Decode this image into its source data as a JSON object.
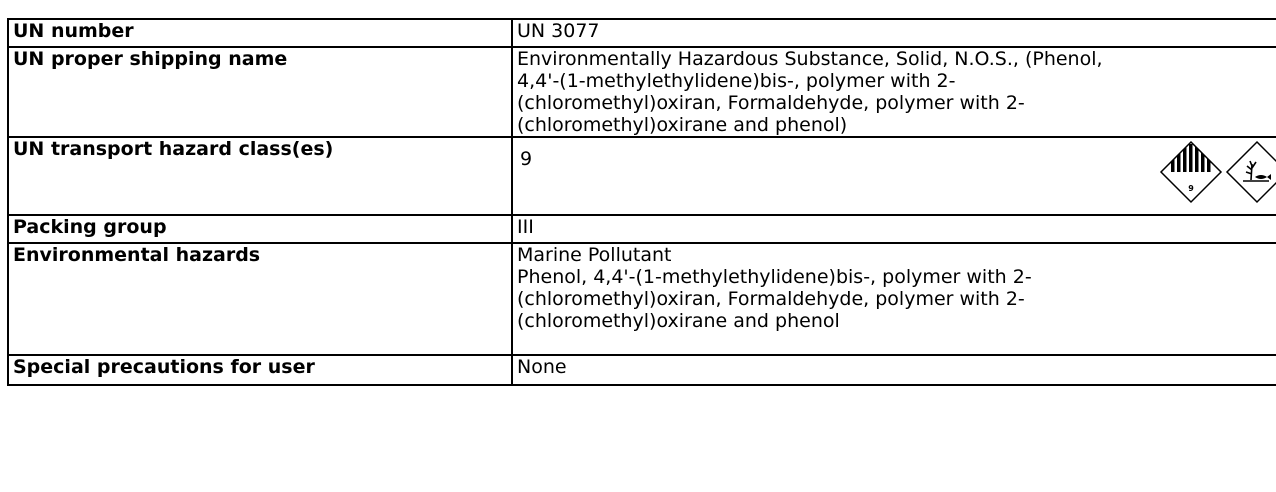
{
  "table": {
    "rows": [
      {
        "label": "UN number",
        "value_lines": [
          "UN 3077"
        ]
      },
      {
        "label": "UN proper shipping name",
        "value_lines": [
          "Environmentally Hazardous Substance, Solid, N.O.S., (Phenol,",
          "4,4'-(1-methylethylidene)bis-, polymer with 2-",
          "(chloromethyl)oxiran, Formaldehyde, polymer with 2-",
          "(chloromethyl)oxirane and phenol)"
        ]
      },
      {
        "label": "UN transport hazard class(es)",
        "value_lines": [
          "9"
        ],
        "pictograms": [
          {
            "icon": "class-9-miscellaneous-hazard-icon",
            "number": "9"
          },
          {
            "icon": "environment-hazard-icon"
          }
        ]
      },
      {
        "label": "Packing group",
        "value_lines": [
          "III"
        ]
      },
      {
        "label": "Environmental hazards",
        "value_lines": [
          "Marine Pollutant",
          "Phenol, 4,4'-(1-methylethylidene)bis-, polymer with 2-",
          "(chloromethyl)oxiran, Formaldehyde, polymer with 2-",
          "(chloromethyl)oxirane and phenol"
        ]
      },
      {
        "label": "Special precautions for user",
        "value_lines": [
          "None"
        ]
      }
    ]
  }
}
